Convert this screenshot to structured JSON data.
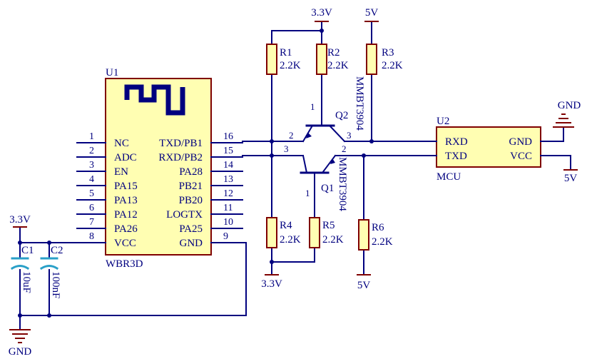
{
  "u1": {
    "ref": "U1",
    "part": "WBR3D",
    "left_pins": [
      {
        "num": "1",
        "name": "NC"
      },
      {
        "num": "2",
        "name": "ADC"
      },
      {
        "num": "3",
        "name": "EN"
      },
      {
        "num": "4",
        "name": "PA15"
      },
      {
        "num": "5",
        "name": "PA13"
      },
      {
        "num": "6",
        "name": "PA12"
      },
      {
        "num": "7",
        "name": "PA26"
      },
      {
        "num": "8",
        "name": "VCC"
      }
    ],
    "right_pins": [
      {
        "num": "16",
        "name": "TXD/PB1"
      },
      {
        "num": "15",
        "name": "RXD/PB2"
      },
      {
        "num": "14",
        "name": "PA28"
      },
      {
        "num": "13",
        "name": "PB21"
      },
      {
        "num": "12",
        "name": "PB20"
      },
      {
        "num": "11",
        "name": "LOGTX"
      },
      {
        "num": "10",
        "name": "PA25"
      },
      {
        "num": "9",
        "name": "GND"
      }
    ]
  },
  "u2": {
    "ref": "U2",
    "part": "MCU",
    "pins": {
      "rxd": "RXD",
      "txd": "TXD",
      "gnd": "GND",
      "vcc": "VCC"
    }
  },
  "resistors": {
    "r1": {
      "ref": "R1",
      "value": "2.2K"
    },
    "r2": {
      "ref": "R2",
      "value": "2.2K"
    },
    "r3": {
      "ref": "R3",
      "value": "2.2K"
    },
    "r4": {
      "ref": "R4",
      "value": "2.2K"
    },
    "r5": {
      "ref": "R5",
      "value": "2.2K"
    },
    "r6": {
      "ref": "R6",
      "value": "2.2K"
    }
  },
  "capacitors": {
    "c1": {
      "ref": "C1",
      "value": "10uF"
    },
    "c2": {
      "ref": "C2",
      "value": "100nF"
    }
  },
  "transistors": {
    "q1": {
      "ref": "Q1",
      "part": "MMBT3904",
      "pin_b": "1",
      "pin_e": "2",
      "pin_c": "3"
    },
    "q2": {
      "ref": "Q2",
      "part": "MMBT3904",
      "pin_b": "1",
      "pin_e": "2",
      "pin_c": "3"
    }
  },
  "power": {
    "v33": "3.3V",
    "v5": "5V",
    "gnd": "GND"
  },
  "colors": {
    "wire": "#00007f",
    "component": "#7f0000",
    "chip_fill": "#fffeb2",
    "text": "#00007f",
    "cap": "#2aa0c8"
  }
}
